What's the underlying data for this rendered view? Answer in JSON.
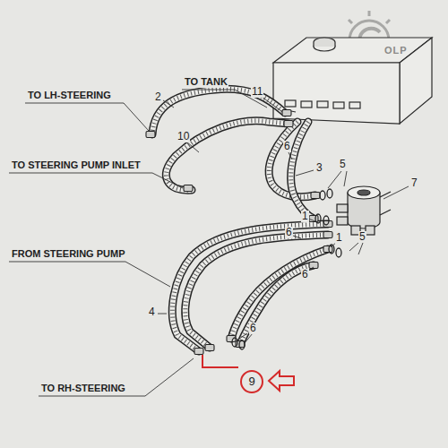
{
  "diagram": {
    "nodes": [
      {
        "text": [
          "9"
        ]
      }
    ],
    "labels": [
      "OLP",
      "TO TANK",
      "11",
      "TO LH-STEERING",
      "2",
      "10",
      "6",
      "TO STEERING PUMP INLET",
      "3",
      "5",
      "7",
      "1",
      "6",
      "1",
      "5",
      "FROM STEERING PUMP",
      "6",
      "4",
      "6",
      "TO RH-STEERING"
    ]
  }
}
